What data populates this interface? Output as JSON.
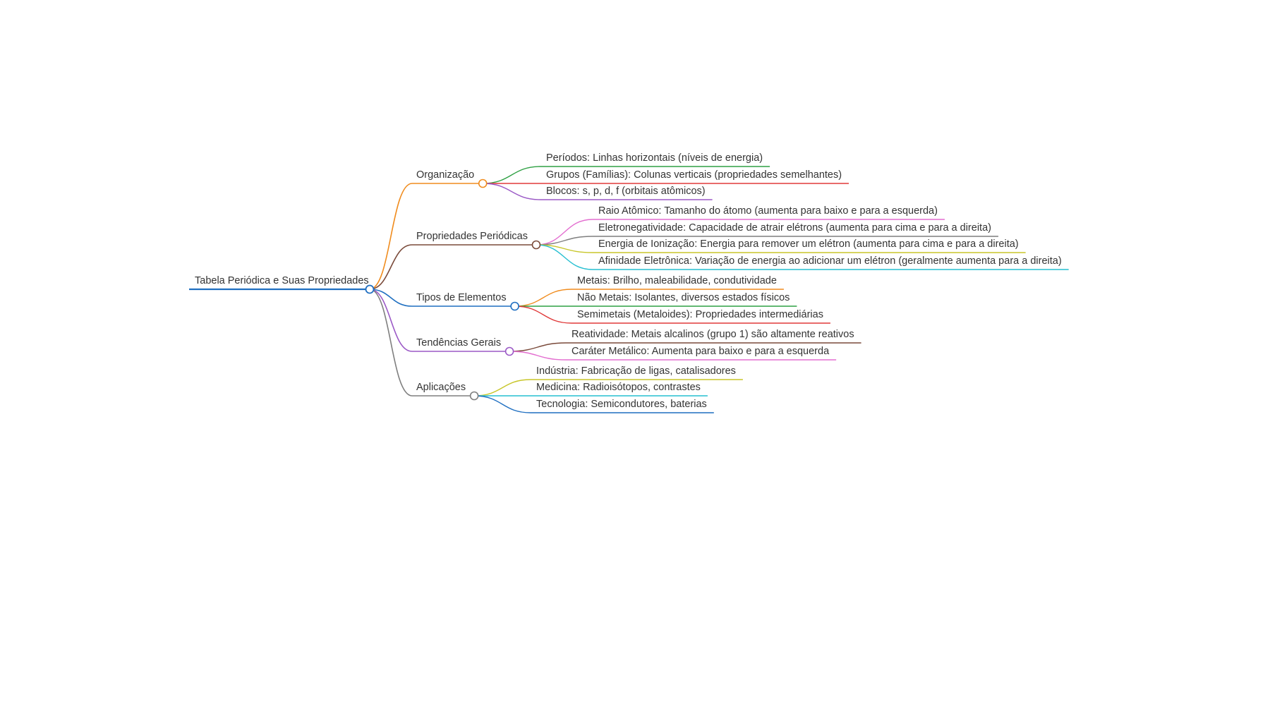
{
  "root": {
    "label": "Tabela Periódica e Suas Propriedades",
    "color": "#1f6fc1"
  },
  "branches": [
    {
      "label": "Organização",
      "color": "#f08c1e",
      "children": [
        {
          "label": "Períodos: Linhas horizontais (níveis de energia)",
          "color": "#2ea043"
        },
        {
          "label": "Grupos (Famílias): Colunas verticais (propriedades semelhantes)",
          "color": "#e03a3a"
        },
        {
          "label": "Blocos: s, p, d, f (orbitais atômicos)",
          "color": "#9b59c6"
        }
      ]
    },
    {
      "label": "Propriedades Periódicas",
      "color": "#7a4a3a",
      "children": [
        {
          "label": "Raio Atômico: Tamanho do átomo (aumenta para baixo e para a esquerda)",
          "color": "#e36fd0"
        },
        {
          "label": "Eletronegatividade: Capacidade de atrair elétrons (aumenta para cima e para a direita)",
          "color": "#7f7f7f"
        },
        {
          "label": "Energia de Ionização: Energia para remover um elétron (aumenta para cima e para a direita)",
          "color": "#c8c62a"
        },
        {
          "label": "Afinidade Eletrônica: Variação de energia ao adicionar um elétron (geralmente aumenta para a direita)",
          "color": "#26bfd1"
        }
      ]
    },
    {
      "label": "Tipos de Elementos",
      "color": "#1f6fc1",
      "children": [
        {
          "label": "Metais: Brilho, maleabilidade, condutividade",
          "color": "#f08c1e"
        },
        {
          "label": "Não Metais: Isolantes, diversos estados físicos",
          "color": "#2ea043"
        },
        {
          "label": "Semimetais (Metaloides): Propriedades intermediárias",
          "color": "#e03a3a"
        }
      ]
    },
    {
      "label": "Tendências Gerais",
      "color": "#9b59c6",
      "children": [
        {
          "label": "Reatividade: Metais alcalinos (grupo 1) são altamente reativos",
          "color": "#7a4a3a"
        },
        {
          "label": "Caráter Metálico: Aumenta para baixo e para a esquerda",
          "color": "#e36fd0"
        }
      ]
    },
    {
      "label": "Aplicações",
      "color": "#7f7f7f",
      "children": [
        {
          "label": "Indústria: Fabricação de ligas, catalisadores",
          "color": "#c8c62a"
        },
        {
          "label": "Medicina: Radioisótopos, contrastes",
          "color": "#26bfd1"
        },
        {
          "label": "Tecnologia: Semicondutores, baterias",
          "color": "#1f6fc1"
        }
      ]
    }
  ]
}
